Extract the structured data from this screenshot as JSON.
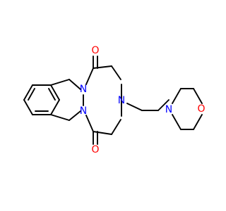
{
  "molecule": {
    "atoms": [
      {
        "id": "o-top",
        "symbol": "O",
        "color": "#ff0000"
      },
      {
        "id": "o-bottom",
        "symbol": "O",
        "color": "#ff0000"
      },
      {
        "id": "o-morpholine",
        "symbol": "O",
        "color": "#ff0000"
      },
      {
        "id": "n-top",
        "symbol": "N",
        "color": "#0000ff"
      },
      {
        "id": "n-bottom",
        "symbol": "N",
        "color": "#0000ff"
      },
      {
        "id": "n-ring",
        "symbol": "N",
        "color": "#0000ff"
      },
      {
        "id": "n-morpholine",
        "symbol": "N",
        "color": "#0000ff"
      }
    ],
    "bond_color": "#000000",
    "background": "#ffffff"
  }
}
